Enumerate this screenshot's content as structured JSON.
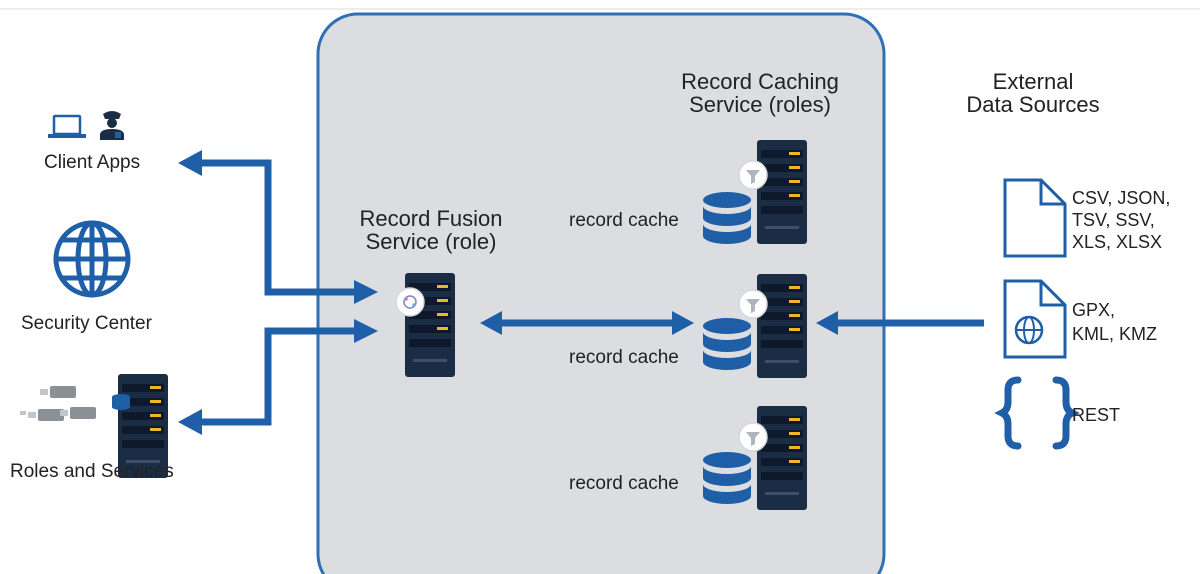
{
  "clients": {
    "client_apps": "Client Apps",
    "security_center": "Security Center",
    "roles_services": "Roles and Services"
  },
  "fusion": {
    "line1": "Record Fusion",
    "line2": "Service (role)"
  },
  "caching": {
    "line1": "Record Caching",
    "line2": "Service (roles)",
    "cache_label": "record cache"
  },
  "external": {
    "line1": "External",
    "line2": "Data Sources",
    "file1": [
      "CSV, JSON,",
      "TSV, SSV,",
      "XLS, XLSX"
    ],
    "file2": [
      "GPX,",
      "KML, KMZ"
    ],
    "rest": "REST"
  },
  "colors": {
    "arrow": "#1f5fa8",
    "icon_dark": "#1b2d45",
    "accent": "#f0b429",
    "panel": "#dcdde0",
    "panel_border": "#2f6fb3"
  },
  "icons": [
    "laptop-icon",
    "police-officer-icon",
    "globe-icon",
    "server-icon",
    "database-icon",
    "funnel-icon",
    "file-icon",
    "web-file-icon",
    "curly-braces-icon"
  ]
}
